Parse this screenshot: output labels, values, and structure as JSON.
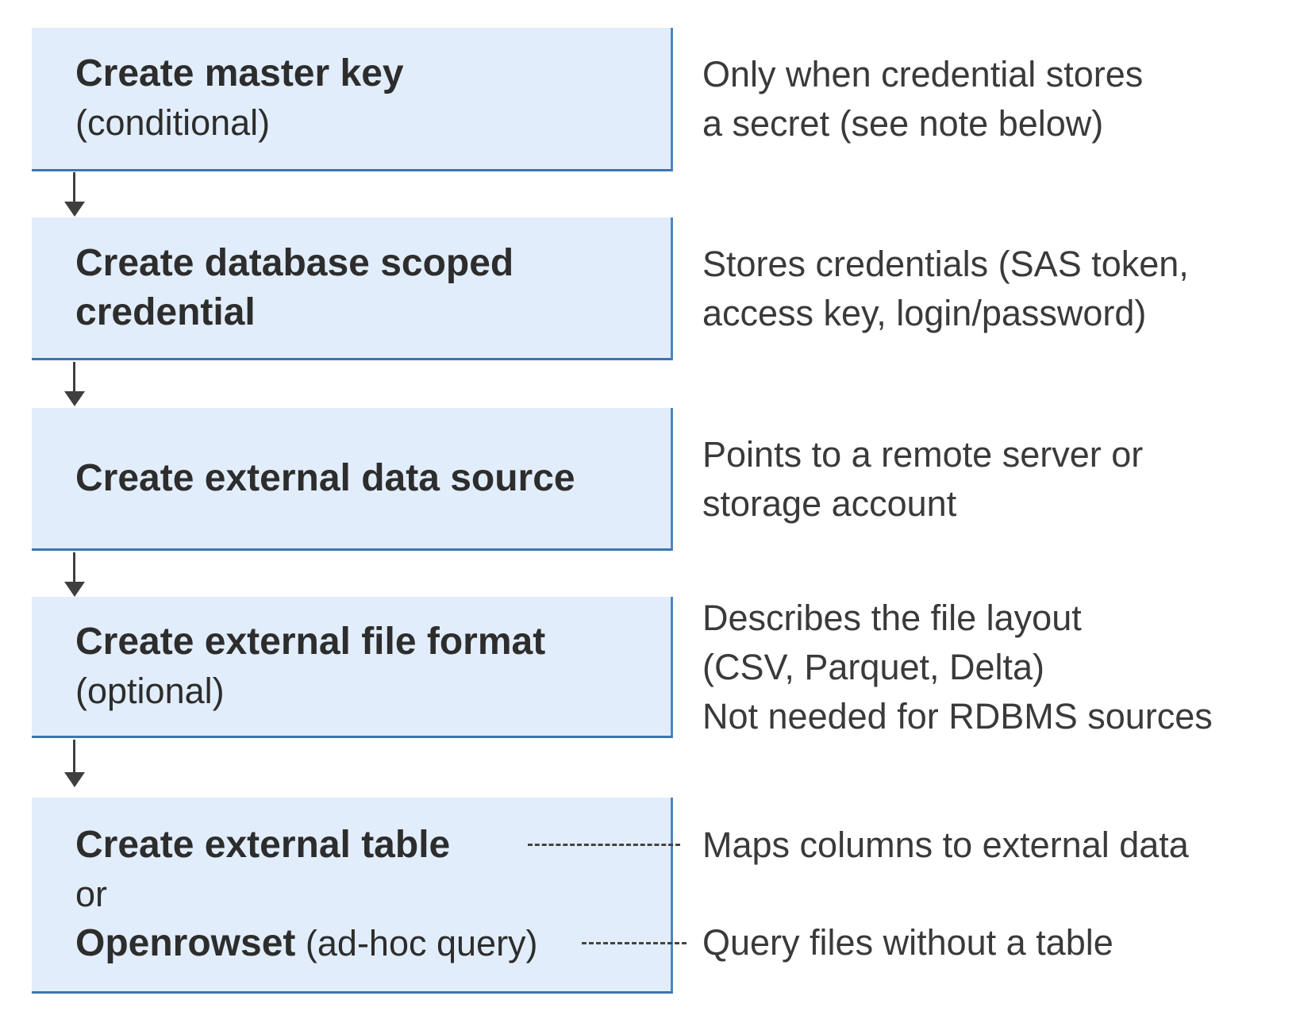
{
  "colors": {
    "box_fill": "#e2edfb",
    "box_border_bottom": "#3c76ae",
    "box_border_right": "#4f86ba",
    "arrow": "#3f3f3f",
    "dash": "#444444",
    "title_text": "#2d2d2d",
    "note_text": "#3a3a3a"
  },
  "steps": [
    {
      "title": "Create master key",
      "subtitle": "(conditional)",
      "note_line1": "Only when credential stores",
      "note_line2": "a secret (see note below)"
    },
    {
      "title_line1": "Create database scoped",
      "title_line2": "credential",
      "note_line1": "Stores credentials (SAS token,",
      "note_line2": "access key, login/password)"
    },
    {
      "title": "Create external data source",
      "note_line1": "Points to a remote server or",
      "note_line2": "storage account"
    },
    {
      "title": "Create external file format",
      "subtitle": "(optional)",
      "note_line1": "Describes the file layout",
      "note_line2": "(CSV, Parquet, Delta)",
      "note_line3": "Not needed for RDBMS sources"
    },
    {
      "option1_bold": "Create external table",
      "connector": "or",
      "option2_bold": "Openrowset",
      "option2_regular": "(ad-hoc query)",
      "note1": "Maps columns to external data",
      "note2": "Query files without a table"
    }
  ]
}
